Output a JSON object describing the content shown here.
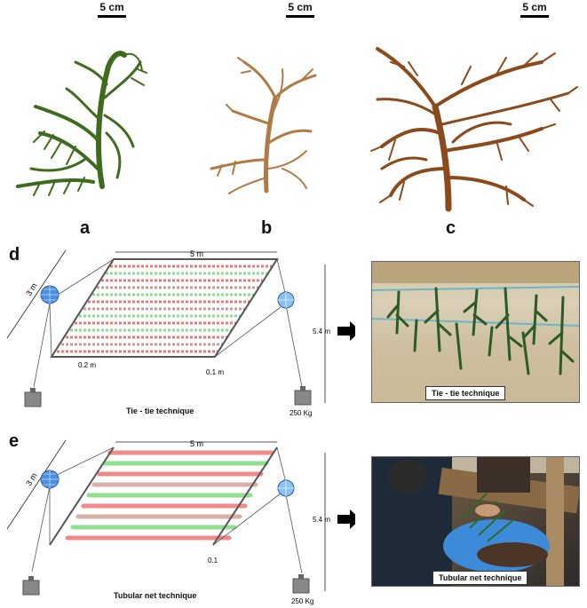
{
  "panels": {
    "a": "a",
    "b": "b",
    "c": "c",
    "d": "d",
    "e": "e"
  },
  "scale_bars": {
    "a": "5 cm",
    "b": "5 cm",
    "c": "5 cm"
  },
  "diagram_d": {
    "width_label": "5 m",
    "diagonal_label": "3 m",
    "height_label": "5.4 m",
    "spacing_label": "0.2 m",
    "edge_label": "0.1 m",
    "weight_label": "250 Kg",
    "technique": "Tie - tie technique"
  },
  "diagram_e": {
    "width_label": "5 m",
    "diagonal_label": "3 m",
    "height_label": "5.4 m",
    "edge_label": "0.1",
    "weight_label": "250 Kg",
    "technique": "Tubular net technique"
  },
  "photos": {
    "d_caption": "Tie - tie technique",
    "e_caption": "Tubular net technique"
  },
  "colors": {
    "seaweed_green": "#3f6b1f",
    "seaweed_tan": "#b07a45",
    "seaweed_brown": "#8a4a1c",
    "row_red": "#f08a8a",
    "row_green": "#8fe08f",
    "buoy_blue": "#4a8fe0"
  }
}
